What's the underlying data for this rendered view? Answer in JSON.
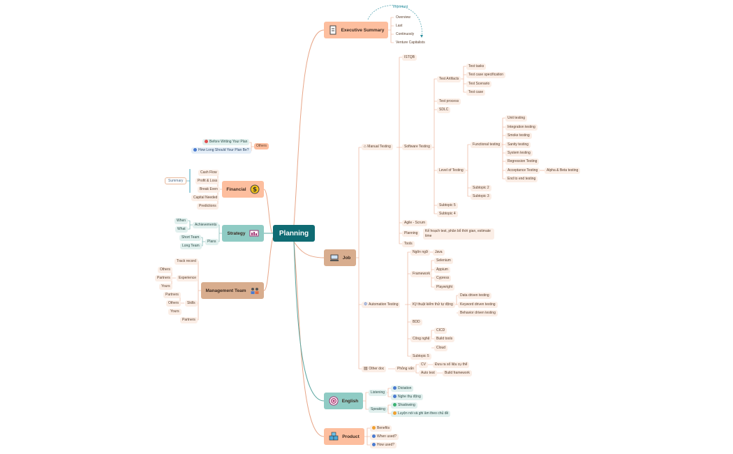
{
  "root": {
    "label": "Planning"
  },
  "executive": {
    "label": "Executive Summary",
    "items": [
      "Overview",
      "Last",
      "Continuosly",
      "Venture Capitalists"
    ],
    "relation": "Important"
  },
  "financial": {
    "label": "Financial",
    "items": [
      "Cash Flow",
      "Profit & Loss",
      "Break Even",
      "Capital Needed",
      "Predictions"
    ],
    "summary": "Summary",
    "others_group": {
      "label": "Others",
      "items": [
        "Before Writing Your Plan",
        "How Long Should Your Plan Be?"
      ]
    }
  },
  "strategy": {
    "label": "Strategy",
    "achievements": {
      "label": "Achievements",
      "items": [
        "When",
        "What"
      ]
    },
    "plans": {
      "label": "Plans",
      "items": [
        "Short Team",
        "Long Team"
      ]
    }
  },
  "management": {
    "label": "Management Team",
    "track": "Track record",
    "experience": {
      "label": "Experience",
      "items": [
        "Others",
        "Partners",
        "Yours"
      ]
    },
    "skills": {
      "label": "Skills",
      "items": [
        "Partners",
        "Others",
        "Yours"
      ]
    },
    "partners": "Partners"
  },
  "job": {
    "label": "Job",
    "manual": {
      "label": "Manual Testing",
      "istqb": "ISTQB",
      "software_testing": "Software Testing",
      "test_artifacts": {
        "label": "Test Artifacts",
        "items": [
          "Test tasks",
          "Test case specification",
          "Test Scenario",
          "Test case"
        ]
      },
      "test_process": "Test process",
      "sdlc": "SDLC",
      "level_of_testing": "Level of Testing",
      "functional": {
        "label": "Functional testing",
        "items": [
          "Unit testing",
          "Integration testing",
          "Smoke testing",
          "Sanity testing",
          "System testing",
          "Regression Testing",
          "Acceptance Testing",
          "End to end testing"
        ]
      },
      "alpha_beta": "Alpha & Beta testing",
      "subtopic2": "Subtopic 2",
      "subtopic3": "Subtopic 3",
      "subtopic5": "Subtopic 5",
      "subtopic4": "Subtopic 4",
      "agile": "Agile - Scrum",
      "planning": "Planning",
      "planning_note": "Kế hoạch test, phân bổ thời gian, estimate time",
      "tools": "Tools"
    },
    "automation": {
      "label": "Automation Testing",
      "language": {
        "label": "Ngôn ngữ",
        "items": [
          "Java"
        ]
      },
      "framework": {
        "label": "Framework",
        "items": [
          "Selenium",
          "Appium",
          "Cypress",
          "Playwright"
        ]
      },
      "techniques": {
        "label": "Kỹ thuật kiểm thử tự động",
        "items": [
          "Data driven testing",
          "Keyword driven testing",
          "Behavior driven testing"
        ]
      },
      "bdd": "BDD",
      "technology": {
        "label": "Công nghệ",
        "items": [
          "CICD",
          "Build tools",
          "Cloud"
        ]
      },
      "subtopic5": "Subtopic 5"
    },
    "other": {
      "label": "Other doc",
      "interview": "Phỏng vấn",
      "cv": "CV",
      "cv_note": "Đưa ra số liệu cụ thể",
      "auto_test": "Auto test",
      "auto_note": "Build framework"
    }
  },
  "english": {
    "label": "English",
    "listening": {
      "label": "Listening",
      "items": [
        "Dictation",
        "Nghe thụ động"
      ]
    },
    "speaking": {
      "label": "Speaking",
      "items": [
        "Shadowing",
        "Luyện nói và ghi âm theo chủ đề"
      ]
    }
  },
  "product": {
    "label": "Product",
    "items": [
      "Benefits",
      "When used?",
      "How used?"
    ]
  },
  "colors": {
    "root": "#0f6b73",
    "executive": "#fdbe9e",
    "financial": "#fdbe9e",
    "strategy": "#8fcbc4",
    "management": "#d8ad8e",
    "job": "#d8ad8e",
    "english": "#8fcbc4",
    "product": "#fdbe9e",
    "line_warm": "#e8a688",
    "line_teal": "#5aa6a0"
  },
  "icons": {
    "executive": "document-icon",
    "financial": "dollar-coin-icon",
    "strategy": "chart-board-icon",
    "management": "team-icon",
    "job": "desk-icon",
    "english": "target-icon",
    "product": "boxes-icon"
  }
}
